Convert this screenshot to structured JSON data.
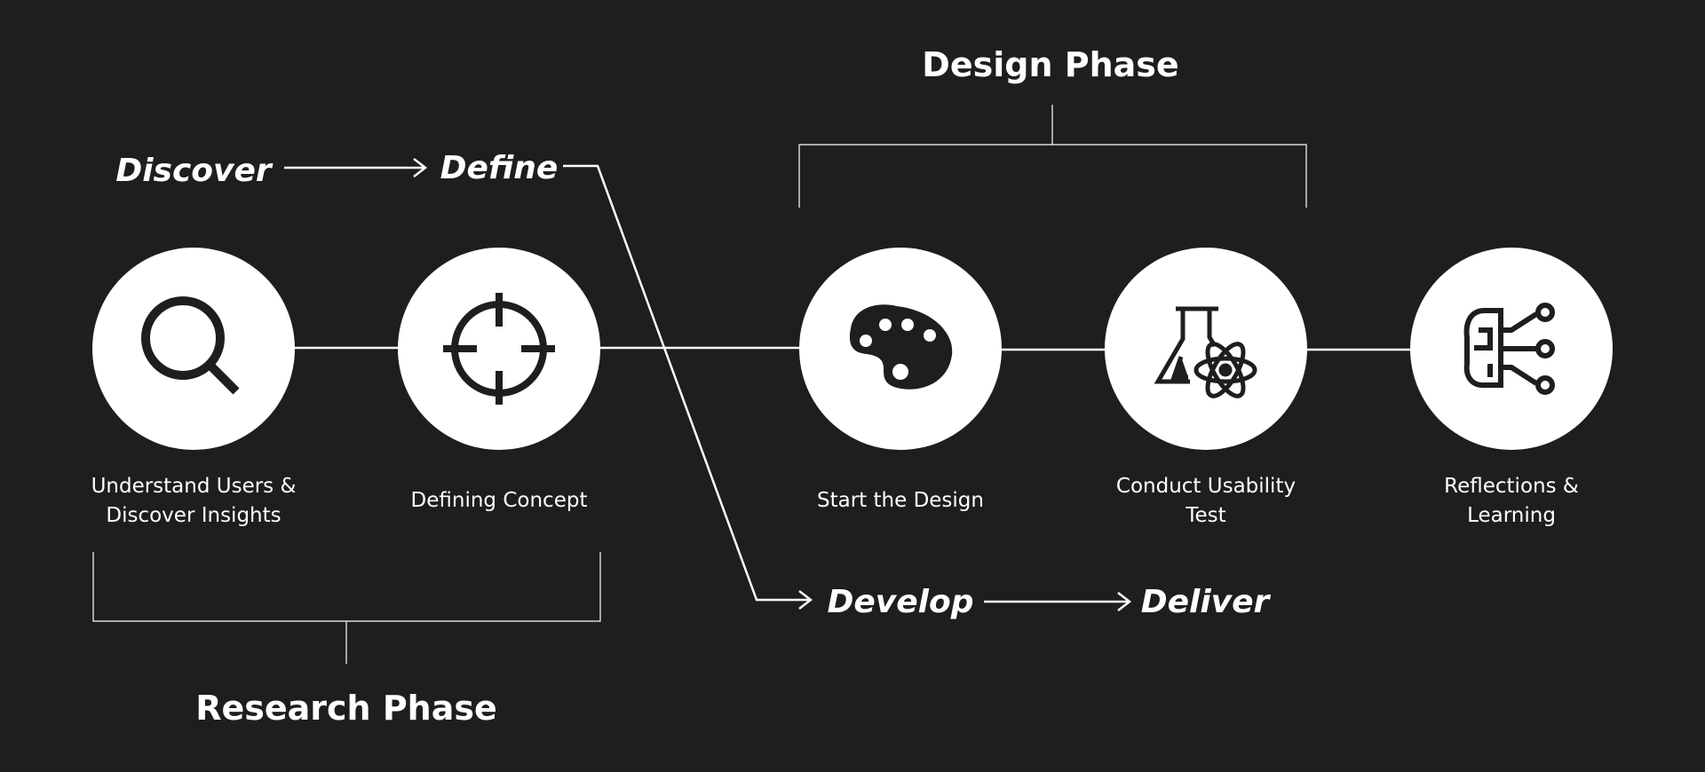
{
  "phases": {
    "design": "Design Phase",
    "research": "Research Phase"
  },
  "stages": {
    "discover": "Discover",
    "define": "Define",
    "develop": "Develop",
    "deliver": "Deliver"
  },
  "steps": [
    {
      "icon": "search-icon",
      "line1": "Understand Users &",
      "line2": "Discover Insights"
    },
    {
      "icon": "crosshair-icon",
      "line1": "Defining Concept",
      "line2": ""
    },
    {
      "icon": "palette-icon",
      "line1": "Start the Design",
      "line2": ""
    },
    {
      "icon": "flask-atom-icon",
      "line1": "Conduct Usability",
      "line2": "Test"
    },
    {
      "icon": "brain-circuit-icon",
      "line1": "Reflections &",
      "line2": "Learning"
    }
  ],
  "colors": {
    "background": "#1e1e1e",
    "foreground": "#ffffff",
    "icon": "#1e1e1e"
  }
}
